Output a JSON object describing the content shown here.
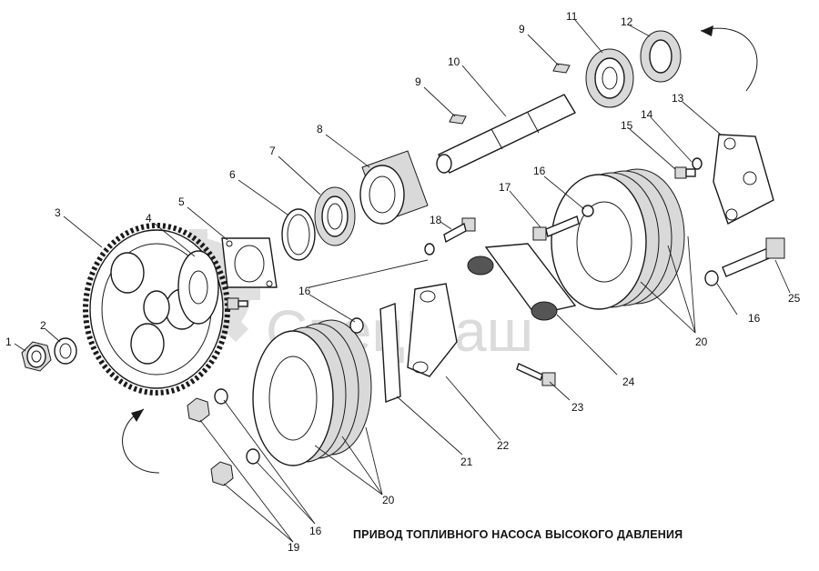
{
  "title": "ПРИВОД ТОПЛИВНОГО НАСОСА ВЫСОКОГО ДАВЛЕНИЯ",
  "watermark": "СпецМаш",
  "labels": [
    {
      "id": "l1",
      "text": "1"
    },
    {
      "id": "l2",
      "text": "2"
    },
    {
      "id": "l3",
      "text": "3"
    },
    {
      "id": "l4",
      "text": "4"
    },
    {
      "id": "l5",
      "text": "5"
    },
    {
      "id": "l6",
      "text": "6"
    },
    {
      "id": "l7",
      "text": "7"
    },
    {
      "id": "l8",
      "text": "8"
    },
    {
      "id": "l9a",
      "text": "9"
    },
    {
      "id": "l9b",
      "text": "9"
    },
    {
      "id": "l10",
      "text": "10"
    },
    {
      "id": "l11",
      "text": "11"
    },
    {
      "id": "l12",
      "text": "12"
    },
    {
      "id": "l13",
      "text": "13"
    },
    {
      "id": "l14",
      "text": "14"
    },
    {
      "id": "l15",
      "text": "15"
    },
    {
      "id": "l16a",
      "text": "16"
    },
    {
      "id": "l16b",
      "text": "16"
    },
    {
      "id": "l16c",
      "text": "16"
    },
    {
      "id": "l16d",
      "text": "16"
    },
    {
      "id": "l17",
      "text": "17"
    },
    {
      "id": "l18",
      "text": "18"
    },
    {
      "id": "l19",
      "text": "19"
    },
    {
      "id": "l20a",
      "text": "20"
    },
    {
      "id": "l20b",
      "text": "20"
    },
    {
      "id": "l21",
      "text": "21"
    },
    {
      "id": "l22",
      "text": "22"
    },
    {
      "id": "l23",
      "text": "23"
    },
    {
      "id": "l24",
      "text": "24"
    },
    {
      "id": "l25",
      "text": "25"
    }
  ]
}
